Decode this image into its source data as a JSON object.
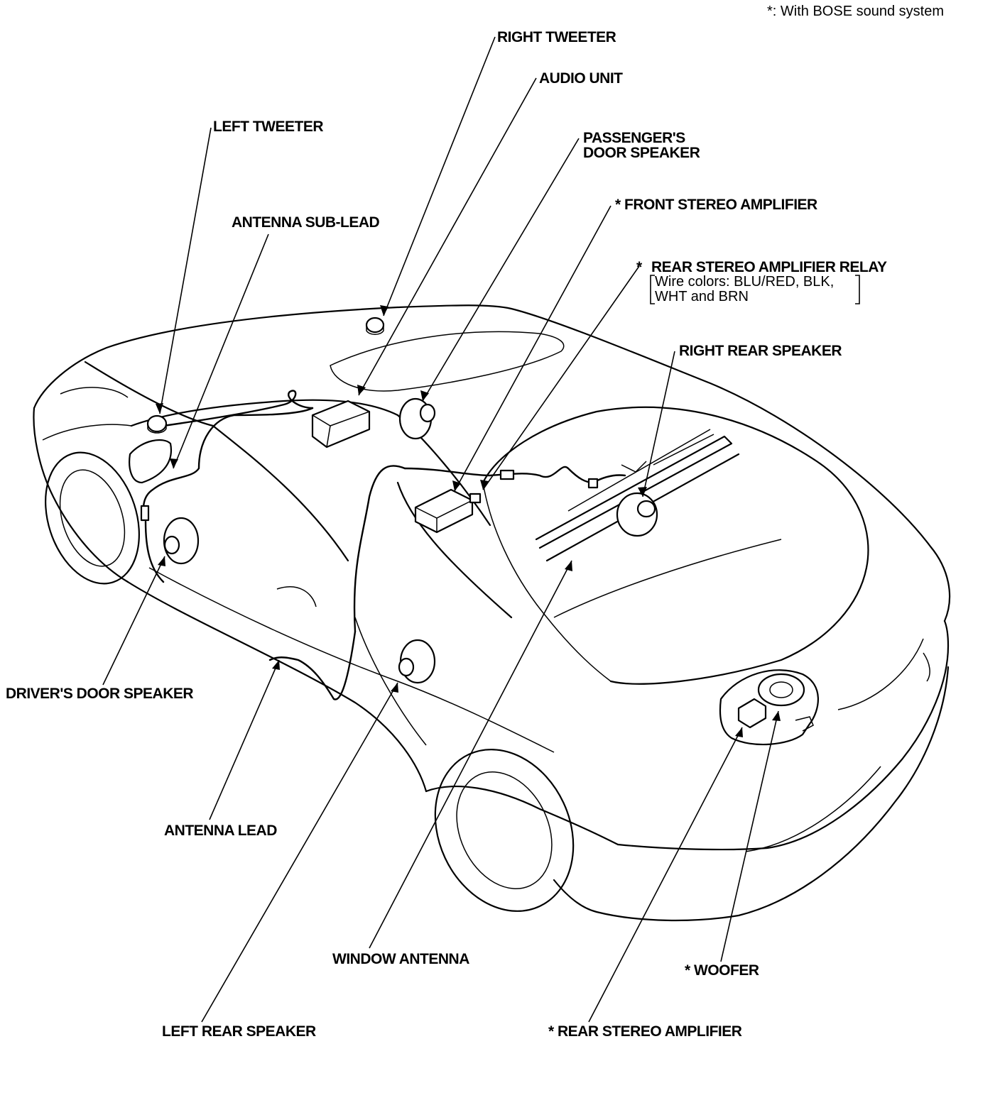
{
  "note": "*: With BOSE sound system",
  "labels": {
    "right_tweeter": "RIGHT TWEETER",
    "audio_unit": "AUDIO UNIT",
    "left_tweeter": "LEFT TWEETER",
    "passenger_door_speaker_1": "PASSENGER'S",
    "passenger_door_speaker_2": "DOOR SPEAKER",
    "front_stereo_amplifier": "*  FRONT STEREO AMPLIFIER",
    "antenna_sub_lead": "ANTENNA SUB-LEAD",
    "rear_amp_relay_star": "*",
    "rear_amp_relay": "REAR STEREO AMPLIFIER RELAY",
    "relay_wire_colors_1": "Wire colors: BLU/RED, BLK,",
    "relay_wire_colors_2": "WHT and BRN",
    "right_rear_speaker": "RIGHT REAR SPEAKER",
    "drivers_door_speaker": "DRIVER'S DOOR SPEAKER",
    "antenna_lead": "ANTENNA LEAD",
    "window_antenna": "WINDOW ANTENNA",
    "woofer": "*  WOOFER",
    "left_rear_speaker": "LEFT REAR SPEAKER",
    "rear_stereo_amplifier": "*  REAR STEREO AMPLIFIER"
  }
}
